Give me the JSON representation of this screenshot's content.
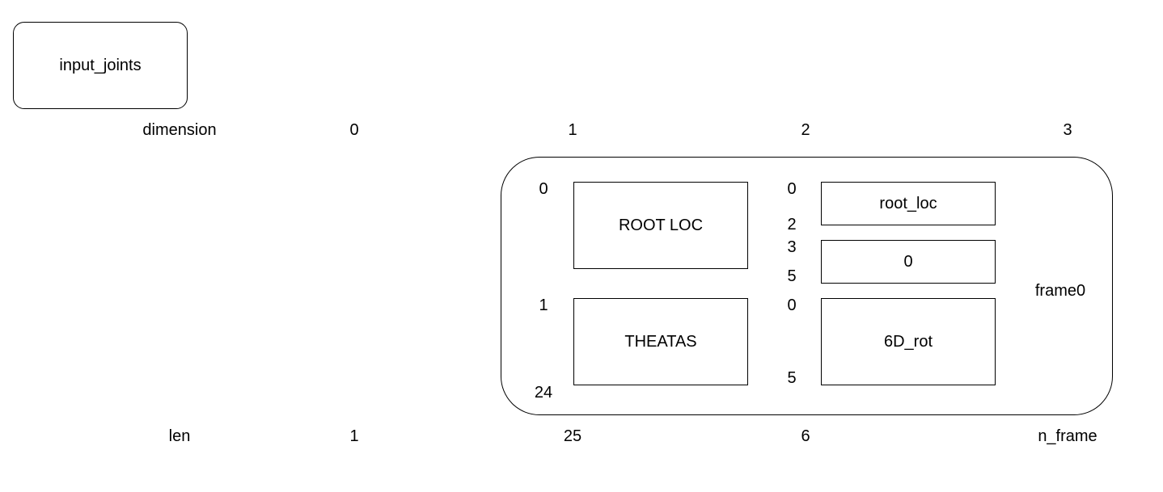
{
  "title_box": "input_joints",
  "dim_row": {
    "label": "dimension",
    "cols": [
      "0",
      "1",
      "2",
      "3"
    ]
  },
  "len_row": {
    "label": "len",
    "cols": [
      "1",
      "25",
      "6",
      "n_frame"
    ]
  },
  "frame": {
    "label": "frame0",
    "blocks": {
      "root_loc_big": "ROOT LOC",
      "thetas_big": "THEATAS",
      "root_loc_small": "root_loc",
      "zero_small": "0",
      "rot_small": "6D_rot"
    },
    "idx": {
      "row0": "0",
      "row1": "1",
      "row1_end": "24",
      "rl_start": "0",
      "rl_end": "2",
      "z_start": "3",
      "z_end": "5",
      "rot_start": "0",
      "rot_end": "5"
    }
  }
}
